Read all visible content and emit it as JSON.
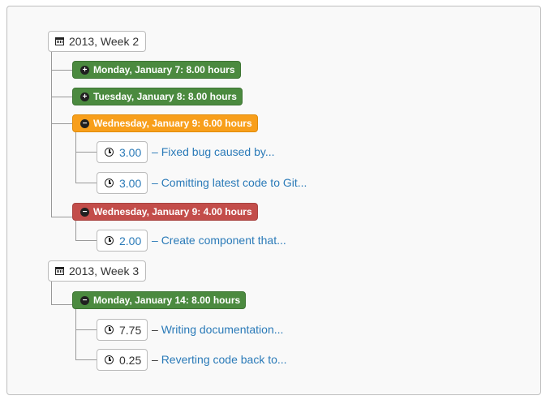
{
  "weeks": [
    {
      "label": "2013, Week 2",
      "days": [
        {
          "label": "Monday, January 7: 8.00 hours",
          "toggle": "+",
          "color": "#4b8a3f",
          "entries": []
        },
        {
          "label": "Tuesday, January 8: 8.00 hours",
          "toggle": "+",
          "color": "#4b8a3f",
          "entries": []
        },
        {
          "label": "Wednesday, January 9: 6.00 hours",
          "toggle": "−",
          "color": "#f89f1b",
          "entries": [
            {
              "hours": "3.00",
              "dash": "–",
              "description": "Fixed bug caused by..."
            },
            {
              "hours": "3.00",
              "dash": "–",
              "description": "Comitting latest code to Git..."
            }
          ]
        },
        {
          "label": "Wednesday, January 9: 4.00 hours",
          "toggle": "−",
          "color": "#c34d4a",
          "entries": [
            {
              "hours": "2.00",
              "dash": "–",
              "description": "Create component that..."
            }
          ]
        }
      ]
    },
    {
      "label": "2013, Week 3",
      "days": [
        {
          "label": "Monday, January 14: 8.00 hours",
          "toggle": "−",
          "color": "#4b8a3f",
          "entries": [
            {
              "hours": "7.75",
              "dash": "–",
              "description": "Writing documentation..."
            },
            {
              "hours": "0.25",
              "dash": "–",
              "description": "Reverting code back to..."
            }
          ]
        }
      ]
    }
  ]
}
